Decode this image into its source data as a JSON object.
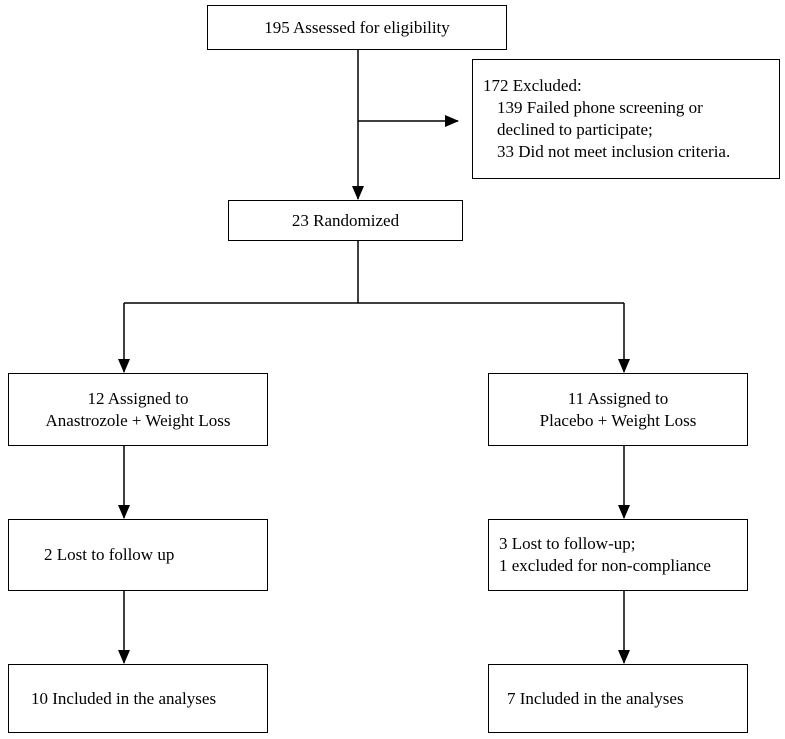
{
  "flowchart": {
    "assessed": {
      "text": "195 Assessed for eligibility"
    },
    "excluded": {
      "title": "172 Excluded:",
      "lines": [
        "139 Failed phone screening or",
        "declined to participate;",
        "33 Did not meet inclusion criteria."
      ]
    },
    "randomized": {
      "text": "23 Randomized"
    },
    "arm_left": {
      "assigned": [
        "12 Assigned to",
        "Anastrozole + Weight Loss"
      ],
      "lost": [
        "2 Lost to follow up"
      ],
      "analyzed": [
        "10 Included in the analyses"
      ]
    },
    "arm_right": {
      "assigned": [
        "11 Assigned to",
        "Placebo + Weight Loss"
      ],
      "lost": [
        "3 Lost to follow-up;",
        "1 excluded for non-compliance"
      ],
      "analyzed": [
        "7 Included in the analyses"
      ]
    }
  }
}
